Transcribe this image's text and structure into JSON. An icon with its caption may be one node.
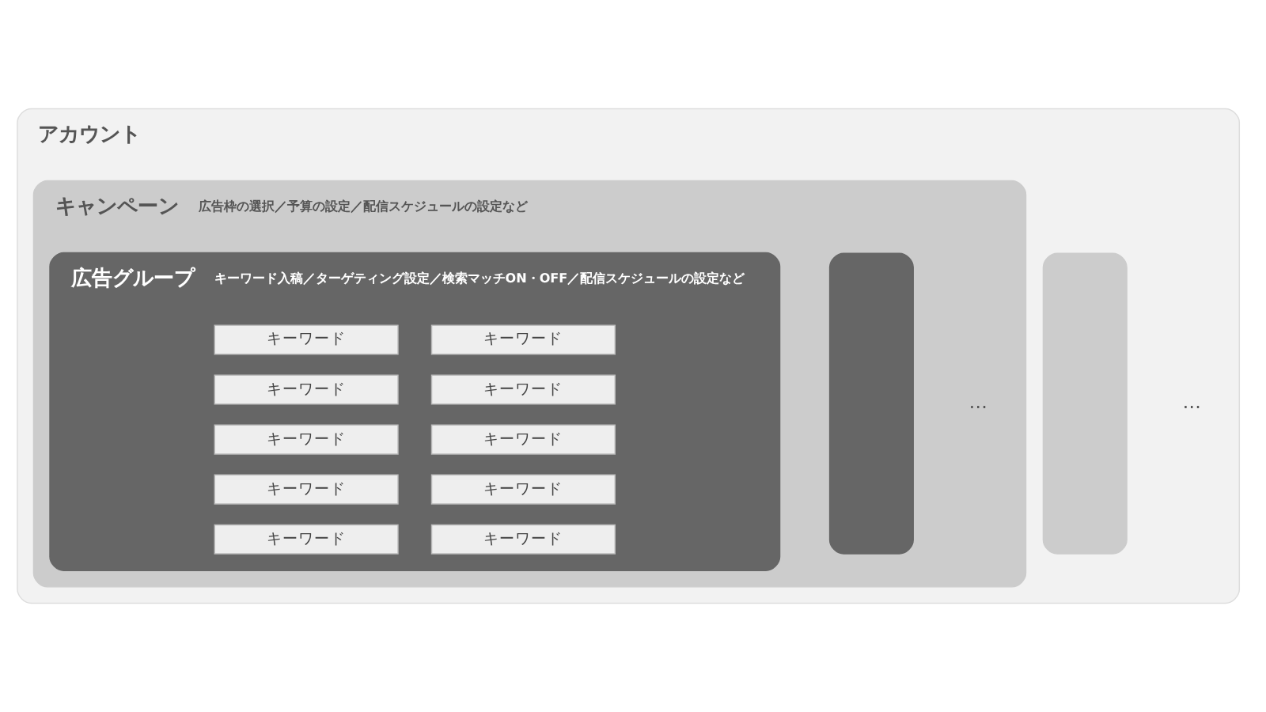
{
  "diagram": {
    "nodes": [
      {
        "text": [
          "アカウント"
        ]
      },
      {
        "text": [
          "キャンペーン",
          "広告枠の選択／予算の設定／配信スケジュールの設定など"
        ],
        "in": 0
      },
      {
        "text": [
          "広告グループ",
          "キーワード入稿／ターゲティング設定／検索マッチON・OFF／配信スケジュールの設定など"
        ],
        "in": 1
      },
      {
        "text": [
          "キーワード"
        ],
        "in": 2
      },
      {
        "text": [
          "キーワード"
        ],
        "in": 2
      },
      {
        "text": [
          "キーワード"
        ],
        "in": 2
      },
      {
        "text": [
          "キーワード"
        ],
        "in": 2
      },
      {
        "text": [
          "キーワード"
        ],
        "in": 2
      },
      {
        "text": [
          "キーワード"
        ],
        "in": 2
      },
      {
        "text": [
          "キーワード"
        ],
        "in": 2
      },
      {
        "text": [
          "キーワード"
        ],
        "in": 2
      },
      {
        "text": [
          "キーワード"
        ],
        "in": 2
      },
      {
        "text": [
          "キーワード"
        ],
        "in": 2
      },
      {
        "text": [],
        "shape": "box",
        "in": 1
      },
      {
        "text": [],
        "shape": "box",
        "in": 0
      }
    ],
    "labels": [
      "…",
      "…"
    ]
  }
}
